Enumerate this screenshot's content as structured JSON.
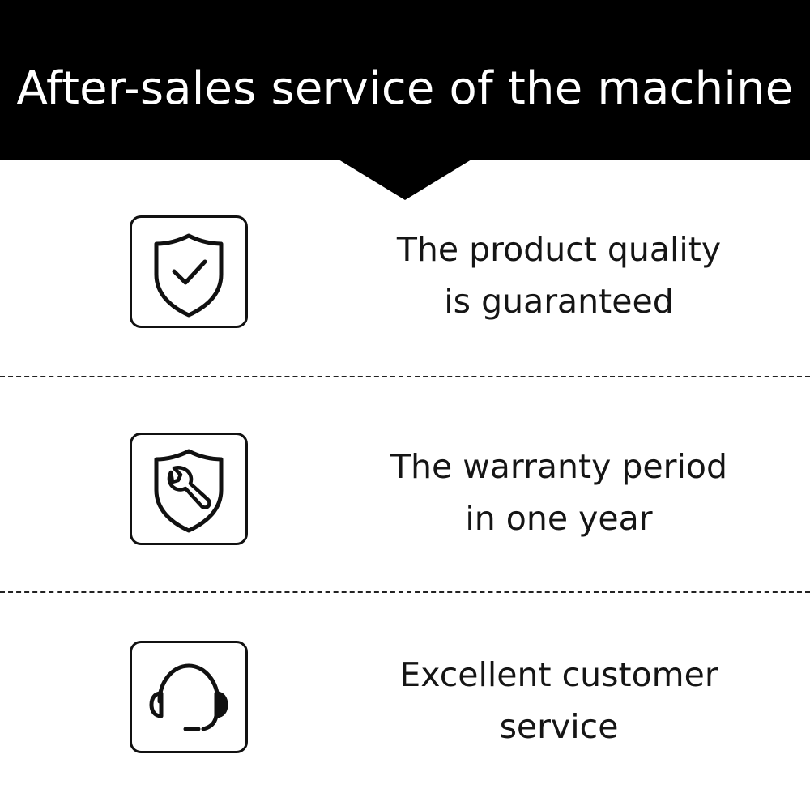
{
  "header": {
    "title": "After-sales service of the machine"
  },
  "features": [
    {
      "icon": "shield-check-icon",
      "lines": [
        "The product quality",
        "is guaranteed"
      ]
    },
    {
      "icon": "shield-wrench-icon",
      "lines": [
        "The warranty period",
        "in one year"
      ]
    },
    {
      "icon": "headset-icon",
      "lines": [
        "Excellent customer",
        "service"
      ]
    }
  ],
  "colors": {
    "banner": "#000000",
    "banner_text": "#ffffff",
    "text": "#151515",
    "background": "#ffffff"
  }
}
